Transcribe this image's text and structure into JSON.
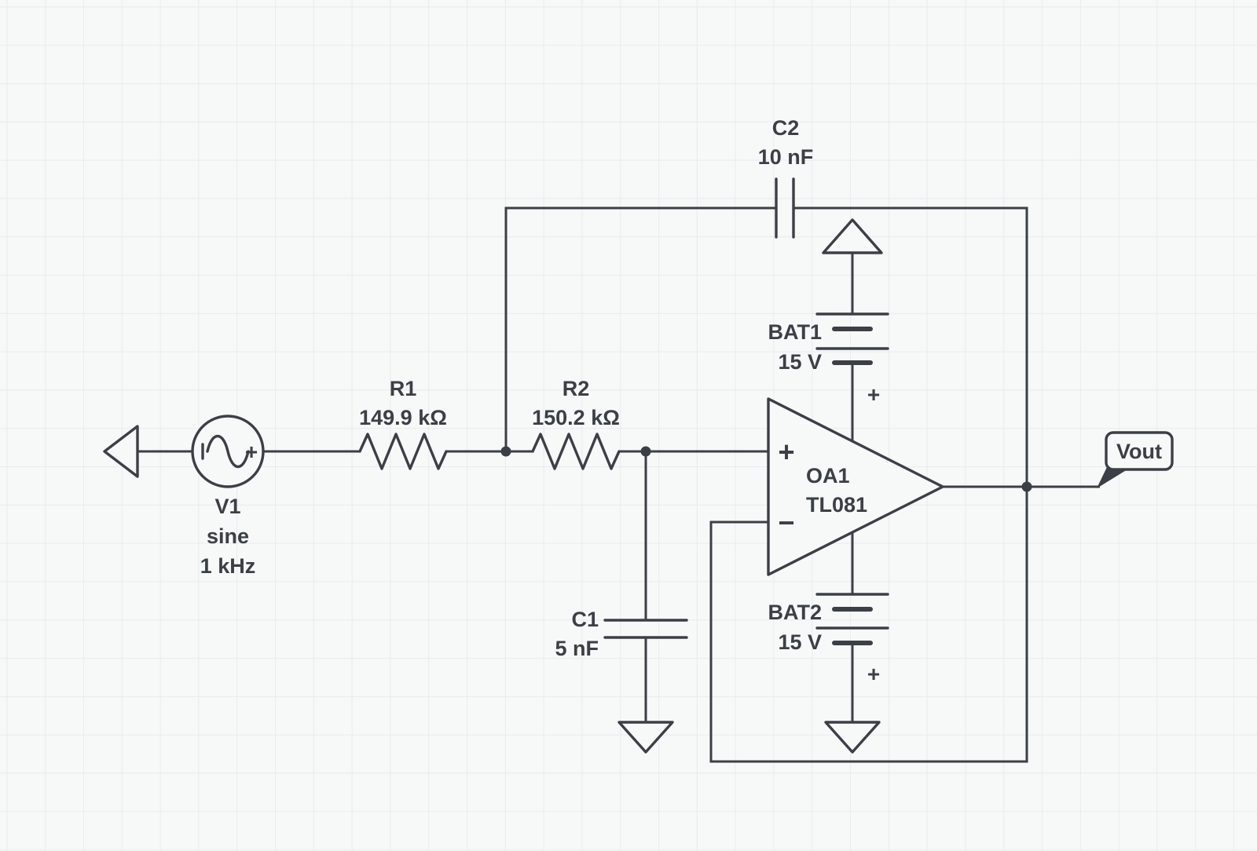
{
  "canvas": {
    "background_color": "#f7f8f8",
    "grid_color": "#e4e7e9",
    "wire_color": "#3a4045"
  },
  "symbols": {
    "plus": "+",
    "minus": "−"
  },
  "components": {
    "v1": {
      "name": "V1",
      "waveform": "sine",
      "frequency": "1 kHz"
    },
    "r1": {
      "name": "R1",
      "value": "149.9 kΩ"
    },
    "r2": {
      "name": "R2",
      "value": "150.2 kΩ"
    },
    "c1": {
      "name": "C1",
      "value": "5 nF"
    },
    "c2": {
      "name": "C2",
      "value": "10 nF"
    },
    "bat1": {
      "name": "BAT1",
      "value": "15 V"
    },
    "bat2": {
      "name": "BAT2",
      "value": "15 V"
    },
    "oa1": {
      "name": "OA1",
      "part": "TL081"
    },
    "vout": {
      "label": "Vout"
    }
  }
}
